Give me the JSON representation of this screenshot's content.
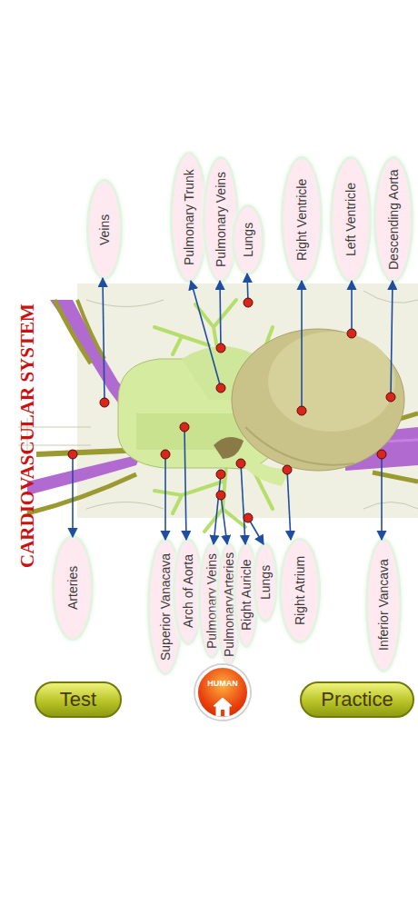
{
  "diagram": {
    "title": "CARDIOVASCULAR SYSTEM",
    "nodes": [
      {
        "text": [
          "Veins"
        ]
      },
      {
        "text": [
          "Pulmonary Trunk"
        ]
      },
      {
        "text": [
          "Pulmonary Veins"
        ]
      },
      {
        "text": [
          "Lungs"
        ]
      },
      {
        "text": [
          "Right Ventricle"
        ]
      },
      {
        "text": [
          "Left Ventricle"
        ]
      },
      {
        "text": [
          "Descending Aorta"
        ]
      },
      {
        "text": [
          "Arteries"
        ]
      },
      {
        "text": [
          "Superior Vanacava"
        ]
      },
      {
        "text": [
          "Arch of Aorta"
        ]
      },
      {
        "text": [
          "Pulmonary Veins"
        ]
      },
      {
        "text": [
          "PulmonaryArteries"
        ]
      },
      {
        "text": [
          "Right Auricle"
        ]
      },
      {
        "text": [
          "Lungs"
        ]
      },
      {
        "text": [
          "Right Atrium"
        ]
      },
      {
        "text": [
          "Inferior Vancava"
        ]
      },
      {
        "text": [
          "Test"
        ]
      },
      {
        "text": [
          "HUMAN"
        ]
      },
      {
        "text": [
          "Practice"
        ]
      }
    ]
  }
}
